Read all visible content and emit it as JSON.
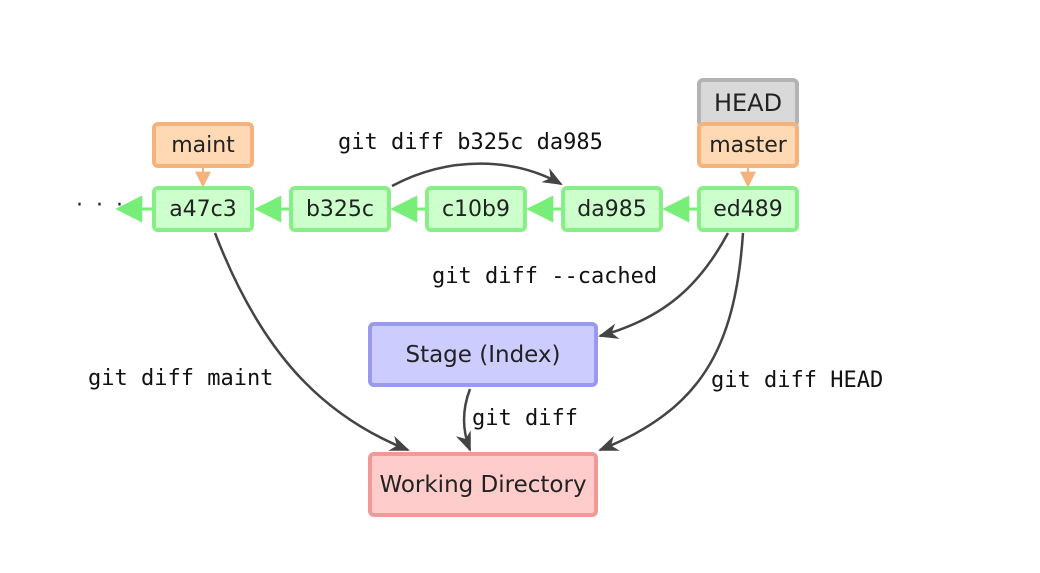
{
  "colors": {
    "commit_fill": "#ccffcc",
    "commit_border": "#88ee88",
    "branch_fill": "#ffd9b3",
    "branch_border": "#f5b27a",
    "head_fill": "#d9d9d9",
    "head_border": "#b3b3b3",
    "stage_fill": "#ccccff",
    "stage_border": "#9999ee",
    "workdir_fill": "#ffcccc",
    "workdir_border": "#f09999",
    "history_arrow": "#77ee77",
    "ref_arrow": "#f5b27a",
    "diff_arrow": "#444444"
  },
  "history": {
    "ellipsis": "· · ·"
  },
  "commits": [
    "a47c3",
    "b325c",
    "c10b9",
    "da985",
    "ed489"
  ],
  "refs": {
    "maint": "maint",
    "master": "master",
    "head": "HEAD"
  },
  "areas": {
    "stage": "Stage (Index)",
    "working": "Working Directory"
  },
  "diffs": {
    "between_commits": "git diff b325c da985",
    "cached": "git diff --cached",
    "maint": "git diff maint",
    "head": "git diff HEAD",
    "plain": "git diff"
  }
}
